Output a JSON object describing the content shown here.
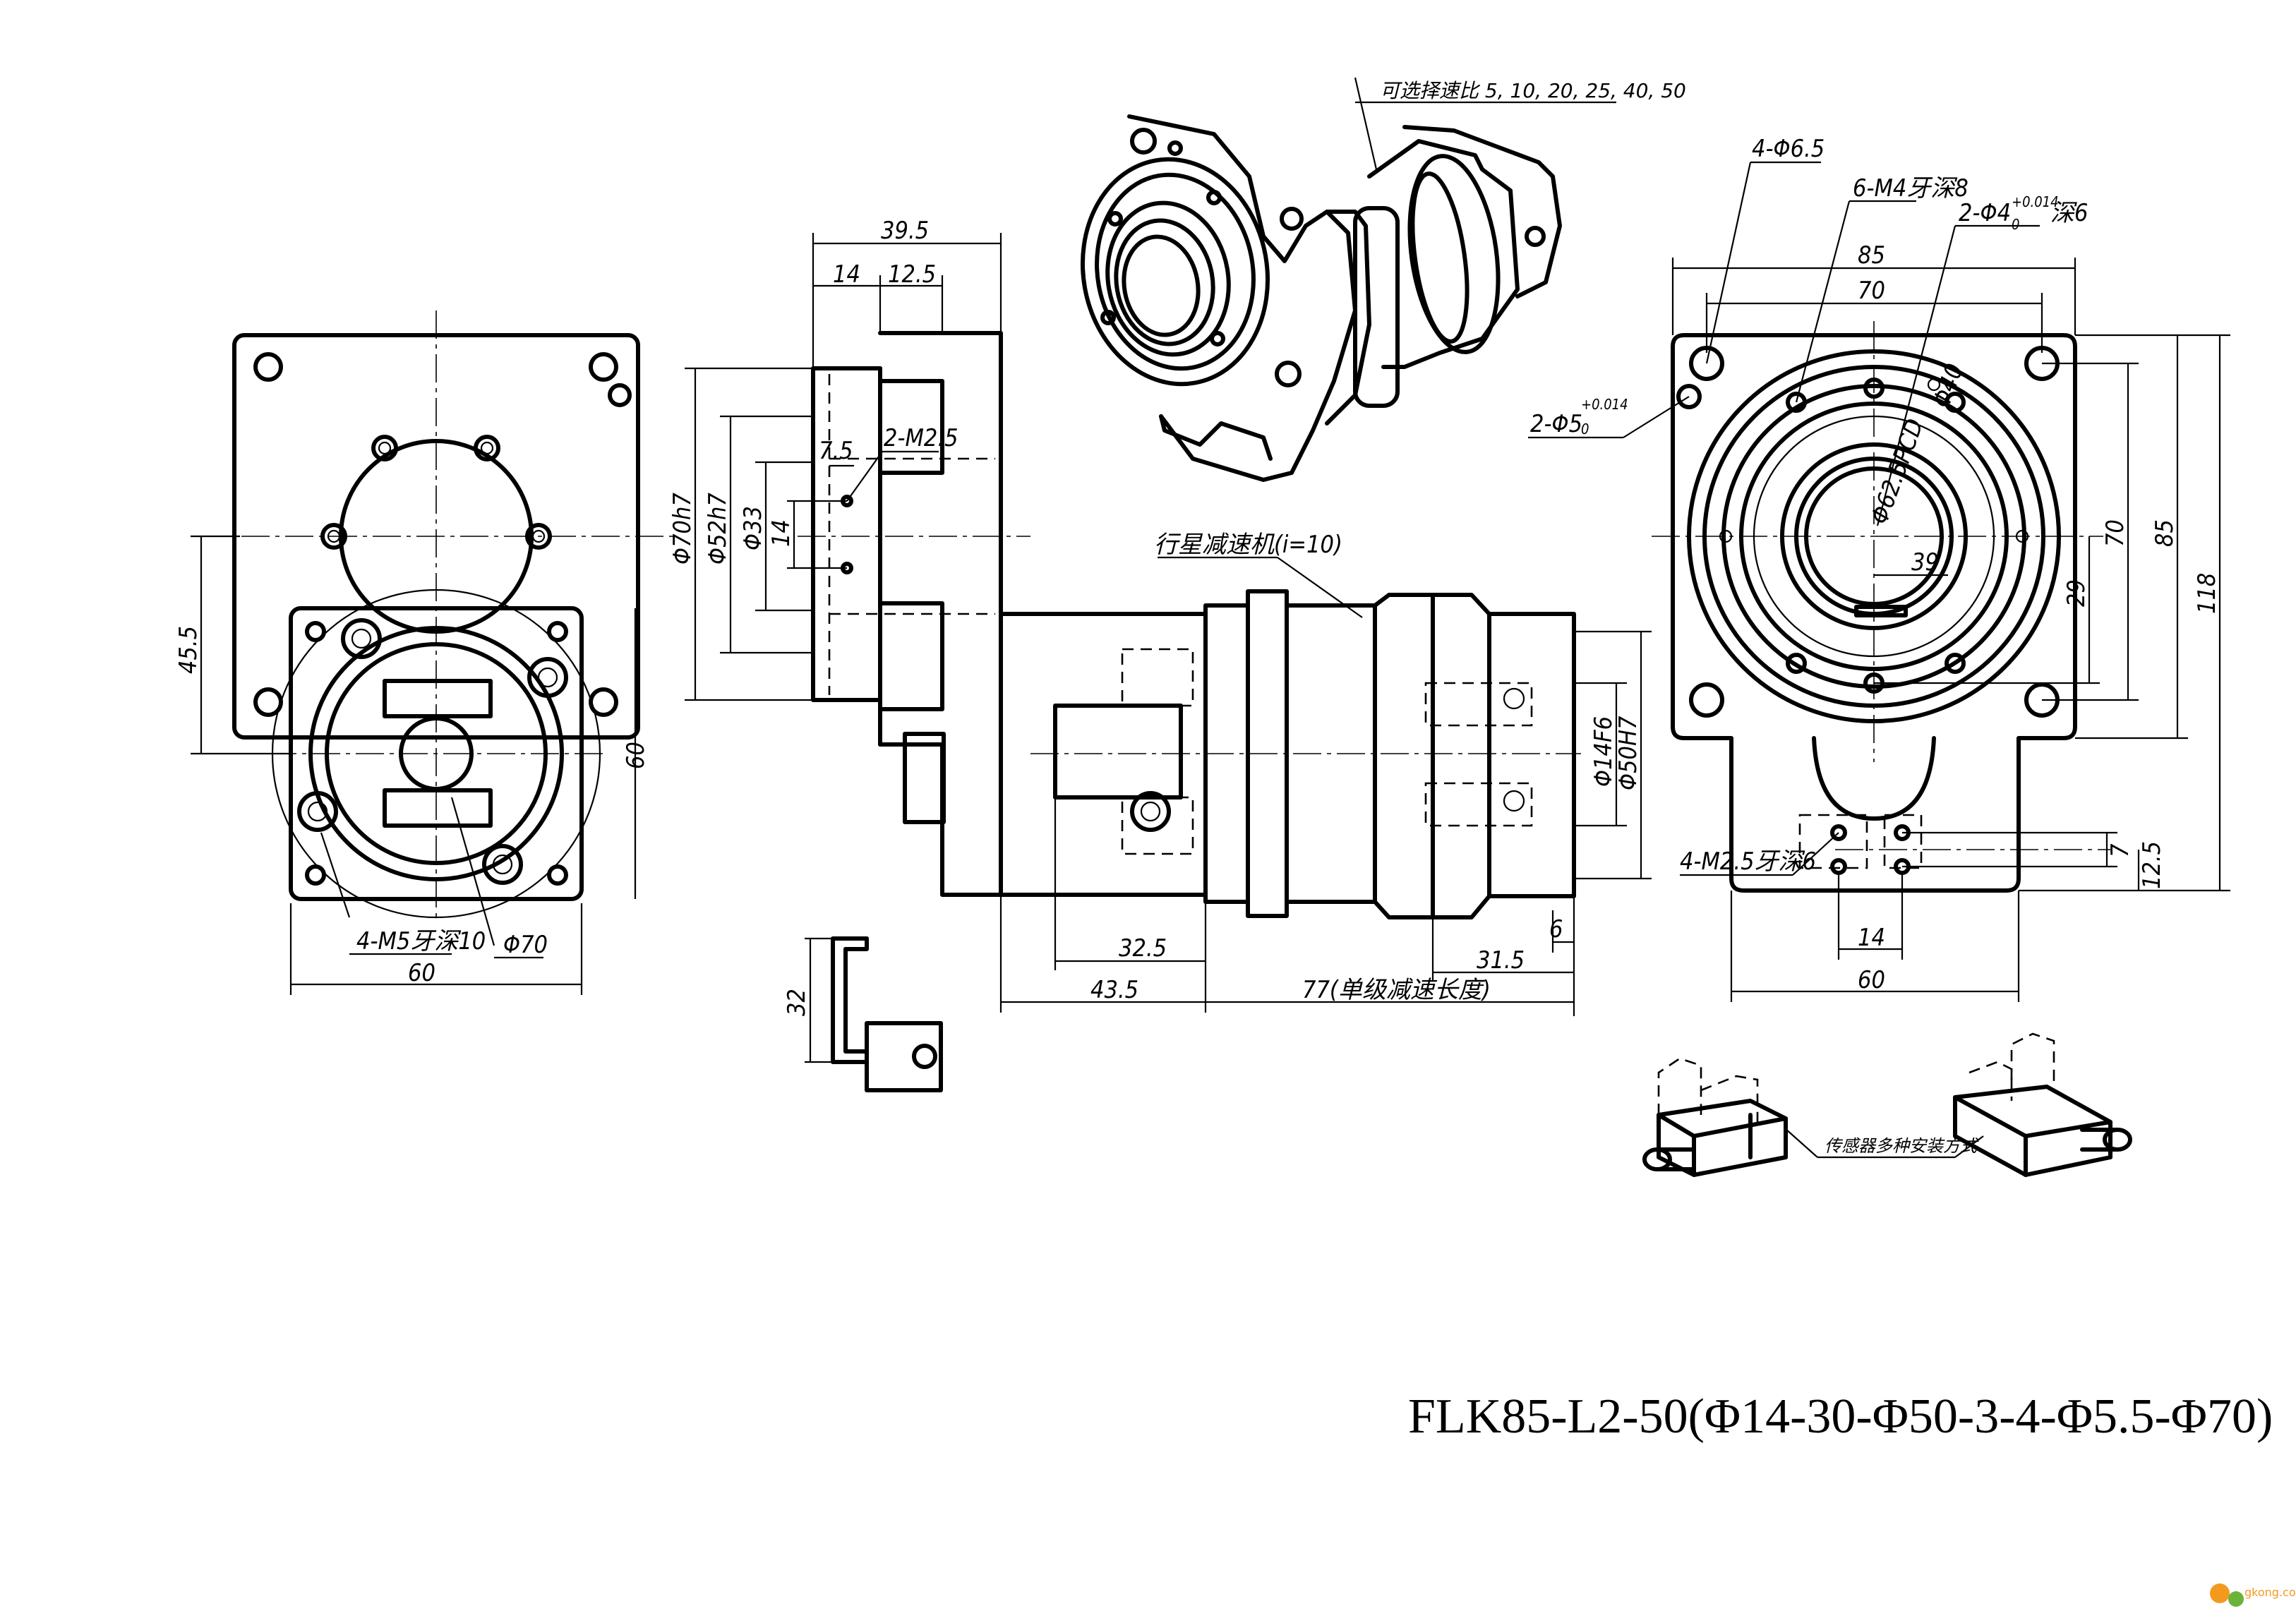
{
  "title": "FLK85-L2-50(Φ14-30-Φ50-3-4-Φ5.5-Φ70)",
  "labels": {
    "ratios": "可选择速比 5, 10, 20, 25, 40, 50",
    "planetary": "行星减速机(i=10)",
    "single_stage": "77(单级减速长度)",
    "sensor_mount": "传感器多种安装方式",
    "holes_4_6_5": "4-Φ6.5",
    "tap_6_m4": "6-M4牙深8",
    "pin_2_4": "2-Φ4",
    "pin_2_4_tol": "+0.014",
    "pin_2_4_zero": "0",
    "pin_2_4_depth": "深6",
    "pin_2_5": "2-Φ5",
    "pin_2_5_tol": "+0.014",
    "pin_2_5_zero": "0",
    "tap_4_m2_5": "4-M2.5牙深6",
    "tap_2_m2_5": "2-M2.5",
    "tap_4_m5": "4-M5牙深10",
    "dia_70": "Φ70",
    "pcd_62_5": "Φ62.5PCD",
    "dia_40": "Φ40"
  },
  "dims_left": {
    "d45_5": "45.5",
    "d60_v": "60",
    "d60_h": "60"
  },
  "dims_side": {
    "d39_5": "39.5",
    "d14": "14",
    "d12_5": "12.5",
    "d70h7": "Φ70h7",
    "d52h7": "Φ52h7",
    "d33": "Φ33",
    "d14v": "14",
    "d7_5": "7.5",
    "d14f6": "Φ14F6",
    "d50h7": "Φ50H7",
    "d6": "6",
    "d31_5": "31.5",
    "d32_5": "32.5",
    "d43_5": "43.5",
    "d32": "32"
  },
  "dims_right": {
    "d85": "85",
    "d70": "70",
    "d70v": "70",
    "d85v": "85",
    "d118": "118",
    "d29": "29",
    "d39": "39",
    "d7": "7",
    "d12_5": "12.5",
    "d14": "14",
    "d60": "60"
  },
  "watermark": "gkong.com"
}
